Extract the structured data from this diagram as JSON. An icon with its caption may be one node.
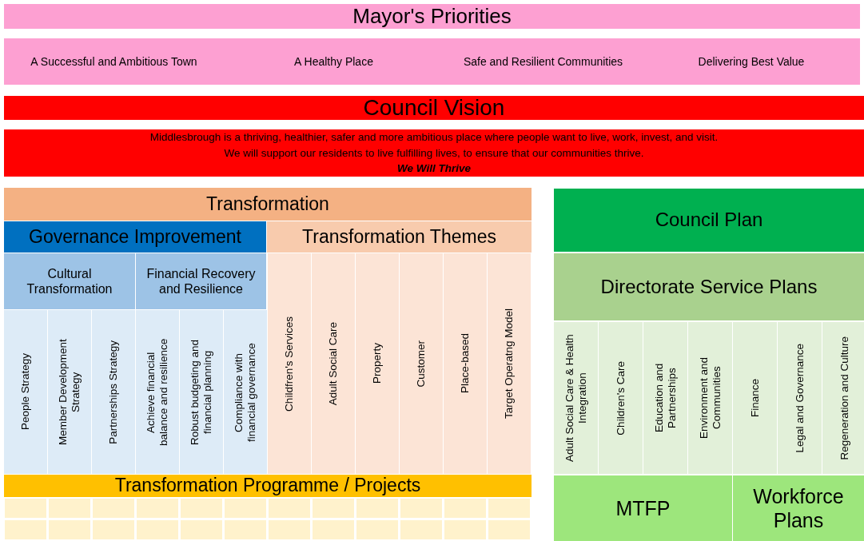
{
  "diagram": {
    "nodes": [
      {
        "text": [
          "Mayor's Priorities"
        ]
      },
      {
        "text": [
          "A Successful and Ambitious Town"
        ]
      },
      {
        "text": [
          "A Healthy Place"
        ]
      },
      {
        "text": [
          "Safe and Resilient Communities"
        ]
      },
      {
        "text": [
          "Delivering Best Value"
        ]
      },
      {
        "text": [
          "Council Vision"
        ]
      },
      {
        "text": [
          "Middlesbrough is a thriving, healthier, safer and more ambitious place where people want to live, work, invest, and visit.",
          "We will support our residents to live fulfilling lives, to ensure that our communities thrive.",
          "We Will Thrive"
        ]
      },
      {
        "text": [
          "Transformation"
        ]
      },
      {
        "text": [
          "Governance Improvement"
        ]
      },
      {
        "text": [
          "Transformation Themes"
        ]
      },
      {
        "text": [
          "Cultural Transformation"
        ]
      },
      {
        "text": [
          "Financial Recovery and Resilience"
        ]
      },
      {
        "text": [
          "People Strategy"
        ]
      },
      {
        "text": [
          "Member Development Strategy"
        ]
      },
      {
        "text": [
          "Partnerships Strategy"
        ]
      },
      {
        "text": [
          "Achieve financial balance and resilience"
        ]
      },
      {
        "text": [
          "Robust budgeting and financial planning"
        ]
      },
      {
        "text": [
          "Compliance with financial governance"
        ]
      },
      {
        "text": [
          "Childfren's Services"
        ]
      },
      {
        "text": [
          "Adult Social Care"
        ]
      },
      {
        "text": [
          "Property"
        ]
      },
      {
        "text": [
          "Customer"
        ]
      },
      {
        "text": [
          "Place-based"
        ]
      },
      {
        "text": [
          "Target Operatng Model"
        ]
      },
      {
        "text": [
          "Transformation Programme / Projects"
        ]
      },
      {
        "text": [],
        "shape": "box"
      },
      {
        "text": [],
        "shape": "box"
      },
      {
        "text": [],
        "shape": "box"
      },
      {
        "text": [],
        "shape": "box"
      },
      {
        "text": [],
        "shape": "box"
      },
      {
        "text": [],
        "shape": "box"
      },
      {
        "text": [],
        "shape": "box"
      },
      {
        "text": [],
        "shape": "box"
      },
      {
        "text": [],
        "shape": "box"
      },
      {
        "text": [],
        "shape": "box"
      },
      {
        "text": [],
        "shape": "box"
      },
      {
        "text": [],
        "shape": "box"
      },
      {
        "text": [],
        "shape": "box"
      },
      {
        "text": [],
        "shape": "box"
      },
      {
        "text": [],
        "shape": "box"
      },
      {
        "text": [],
        "shape": "box"
      },
      {
        "text": [],
        "shape": "box"
      },
      {
        "text": [],
        "shape": "box"
      },
      {
        "text": [],
        "shape": "box"
      },
      {
        "text": [],
        "shape": "box"
      },
      {
        "text": [],
        "shape": "box"
      },
      {
        "text": [],
        "shape": "box"
      },
      {
        "text": [],
        "shape": "box"
      },
      {
        "text": [],
        "shape": "box"
      },
      {
        "text": [
          "Council Plan"
        ]
      },
      {
        "text": [
          "Directorate Service Plans"
        ]
      },
      {
        "text": [
          "Adult Social Care & Health Integration"
        ]
      },
      {
        "text": [
          "Children's Care"
        ]
      },
      {
        "text": [
          "Education and Partnerships"
        ]
      },
      {
        "text": [
          "Environment and Communities"
        ]
      },
      {
        "text": [
          "Finance"
        ]
      },
      {
        "text": [
          "Legal and Governance"
        ]
      },
      {
        "text": [
          "Regeneration and Culture"
        ]
      },
      {
        "text": [
          "MTFP"
        ]
      },
      {
        "text": [
          "Workforce Plans"
        ]
      }
    ]
  }
}
